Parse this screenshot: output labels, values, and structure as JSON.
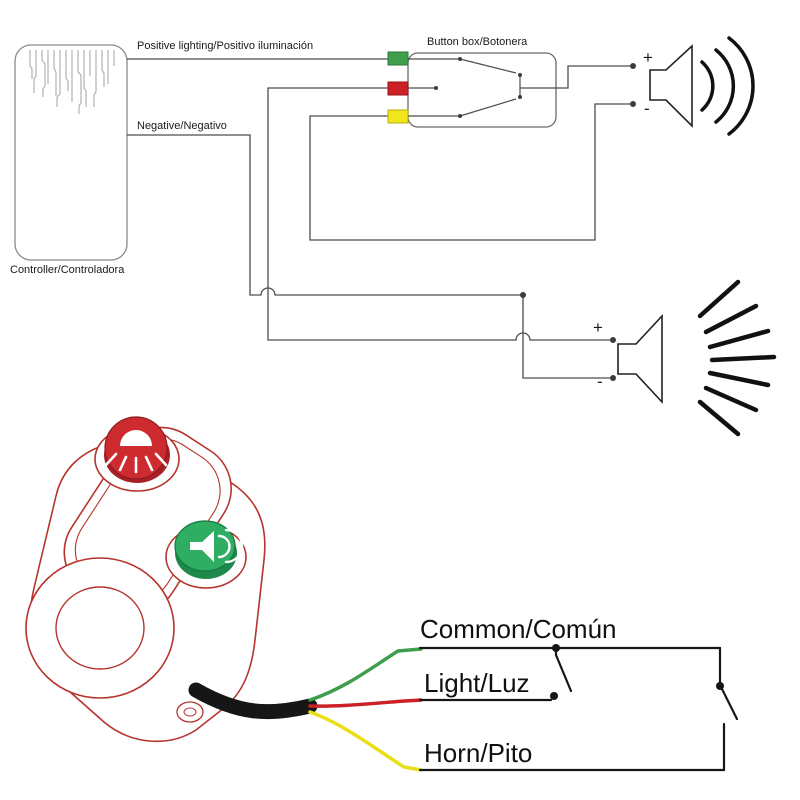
{
  "diagram": {
    "positive_label": "Positive lighting/Positivo iluminación",
    "negative_label": "Negative/Negativo",
    "button_box_label": "Button box/Botonera",
    "controller_label": "Controller/Controladora",
    "horn_plus": "+",
    "horn_minus": "-",
    "light_plus": "+",
    "light_minus": "-",
    "connector_colors": {
      "green": "#3f9e4d",
      "red": "#cc2027",
      "yellow": "#f1e51c"
    }
  },
  "illustration": {
    "common_label": "Common/Común",
    "light_label": "Light/Luz",
    "horn_label": "Horn/Pito",
    "wire_colors": {
      "common": "#3f9e4d",
      "light": "#cc2027",
      "horn": "#e9df17"
    },
    "device_outline_color": "#b5342c",
    "button_colors": {
      "light_button": "#ce2b30",
      "horn_button": "#2fae63"
    }
  }
}
